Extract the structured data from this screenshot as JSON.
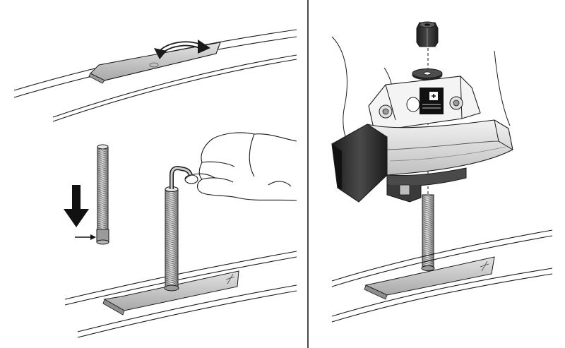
{
  "figure": {
    "panels": [
      {
        "id": "left",
        "steps": [
          "open-rail-slot-cover",
          "insert-bolt-with-hex-key"
        ]
      },
      {
        "id": "right",
        "steps": [
          "place-foot-on-bolt",
          "add-washer-and-nut"
        ]
      }
    ],
    "colors": {
      "ink": "#1a1a1a",
      "metal_light": "#dedede",
      "metal_mid": "#b8b8b8",
      "metal_dark": "#777777",
      "plate_fill": "#cfcfcf",
      "foot_dark": "#2b2b2b",
      "label_black": "#111111"
    }
  }
}
